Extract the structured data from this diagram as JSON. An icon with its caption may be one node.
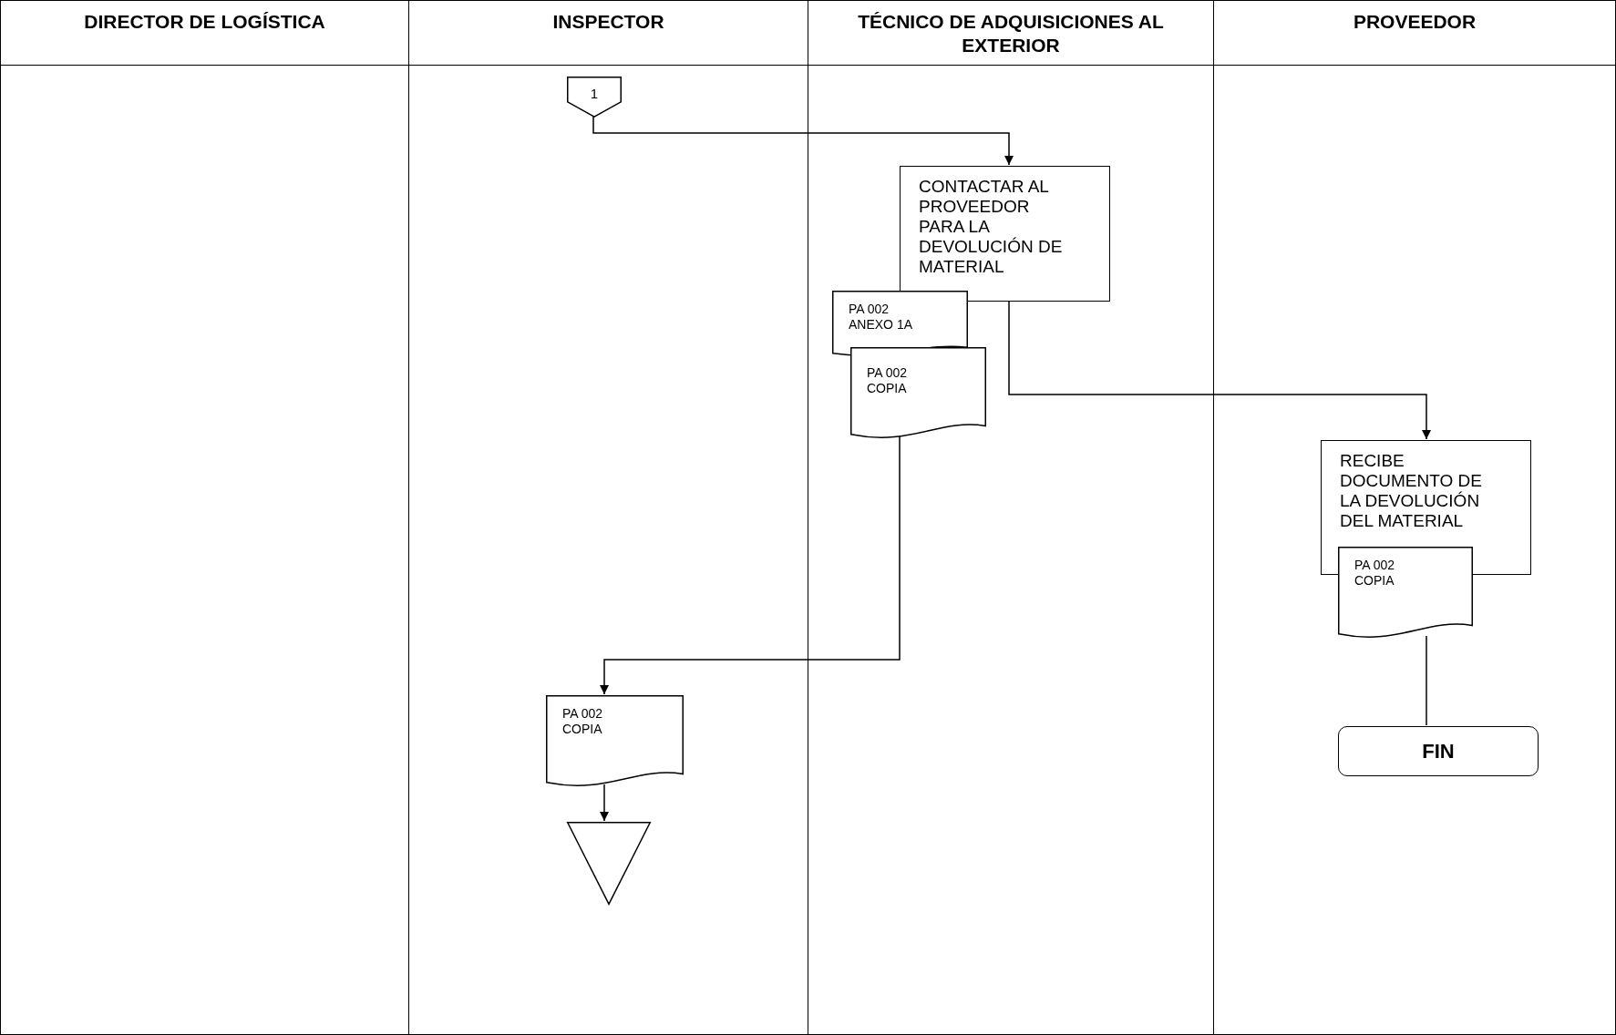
{
  "diagram": {
    "nodes": [
      {
        "text": [
          "DIRECTOR DE LOGÍSTICA"
        ]
      },
      {
        "text": [
          "INSPECTOR"
        ]
      },
      {
        "text": [
          "TÉCNICO DE ADQUISICIONES AL EXTERIOR"
        ]
      },
      {
        "text": [
          "PROVEEDOR"
        ]
      },
      {
        "text": [
          "1"
        ],
        "in": 1
      },
      {
        "text": [
          "CONTACTAR AL PROVEEDOR PARA LA DEVOLUCIÓN DE MATERIAL"
        ],
        "in": 2
      },
      {
        "text": [
          "PA 002 ANEXO 1A"
        ],
        "in": 2
      },
      {
        "text": [
          "PA 002 COPIA"
        ],
        "in": 2
      },
      {
        "text": [
          "RECIBE DOCUMENTO DE LA DEVOLUCIÓN DEL MATERIAL"
        ],
        "in": 3
      },
      {
        "text": [
          "PA 002 COPIA"
        ],
        "in": 3
      },
      {
        "text": [
          "FIN"
        ],
        "in": 3
      },
      {
        "text": [
          "PA 002 COPIA"
        ],
        "in": 1
      },
      {
        "text": [],
        "shape": "triangle",
        "in": 1
      }
    ],
    "edges": [
      {
        "from": 4,
        "to": 5,
        "arrow": "to"
      },
      {
        "from": 5,
        "to": 8,
        "arrow": "to"
      },
      {
        "from": 7,
        "to": 11,
        "arrow": "to"
      },
      {
        "from": 11,
        "to": 12,
        "arrow": "to"
      },
      {
        "from": 9,
        "to": 10,
        "arrow": "none"
      }
    ]
  }
}
